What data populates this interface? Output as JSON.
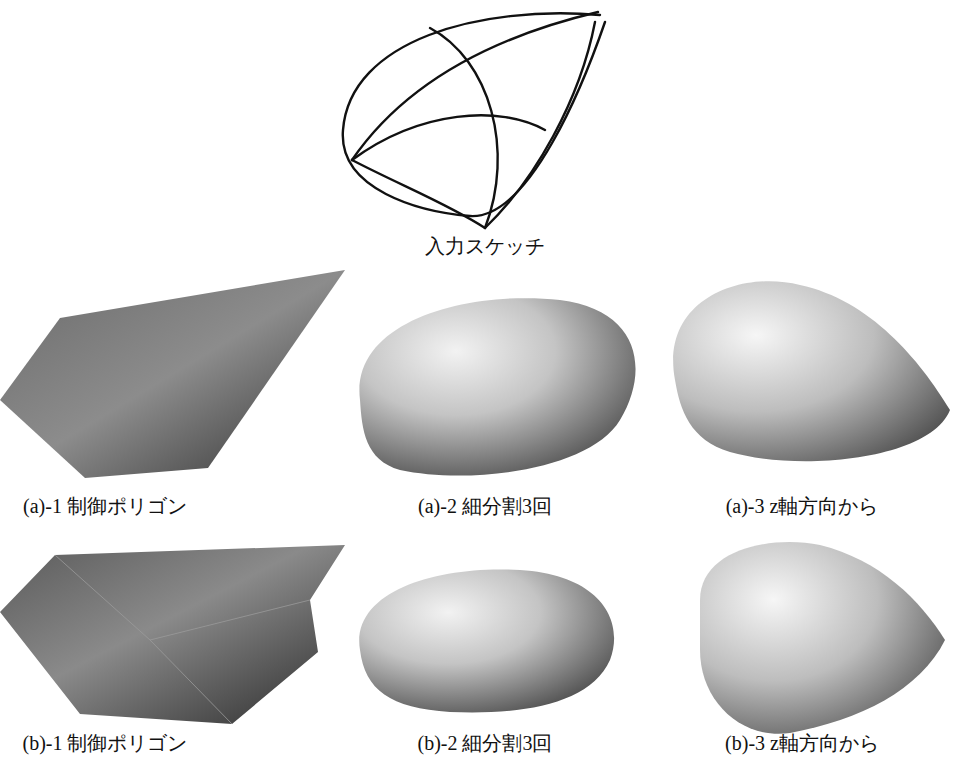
{
  "diagram": {
    "labels": [
      "入力スケッチ",
      "(a)-1 制御ポリゴン",
      "(a)-2 細分割3回",
      "(a)-3 z軸方向から",
      "(b)-1 制御ポリゴン",
      "(b)-2 細分割3回",
      "(b)-3 z軸方向から"
    ]
  }
}
